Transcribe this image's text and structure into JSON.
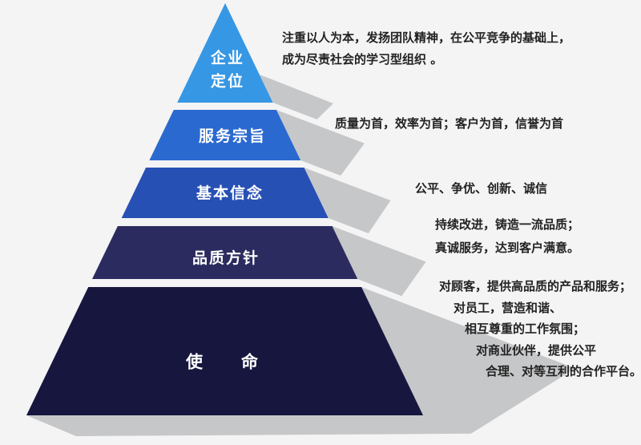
{
  "diagram": {
    "title": "corporate-culture-pyramid",
    "background": "#f4f4f5",
    "shadow_color": "#c6c7c9",
    "label_color": "#ffffff",
    "text_color": "#222222",
    "tiers": [
      {
        "label": "企业定位",
        "color": "#3697e4"
      },
      {
        "label": "服务宗旨",
        "color": "#2a69cf"
      },
      {
        "label": "基本信念",
        "color": "#2750b4"
      },
      {
        "label": "品质方针",
        "color": "#2b2b5f"
      },
      {
        "label": "使　　命",
        "color": "#16163f"
      }
    ],
    "annotations": {
      "positioning": [
        "注重以人为本，发扬团队精神，在公平竞争的基础上，",
        "成为尽责社会的学习型组织 。"
      ],
      "service": "质量为首，效率为首；客户为首，信誉为首",
      "beliefs": "公平、争优、创新、诚信",
      "quality": [
        "持续改进，铸造一流品质；",
        "真诚服务，达到客户满意。"
      ],
      "mission": [
        "对顾客，提供高品质的产品和服务；",
        "对员工，营造和谐、",
        "相互尊重的工作氛围；",
        "对商业伙伴，提供公平",
        "合理、对等互利的合作平台。"
      ]
    }
  }
}
